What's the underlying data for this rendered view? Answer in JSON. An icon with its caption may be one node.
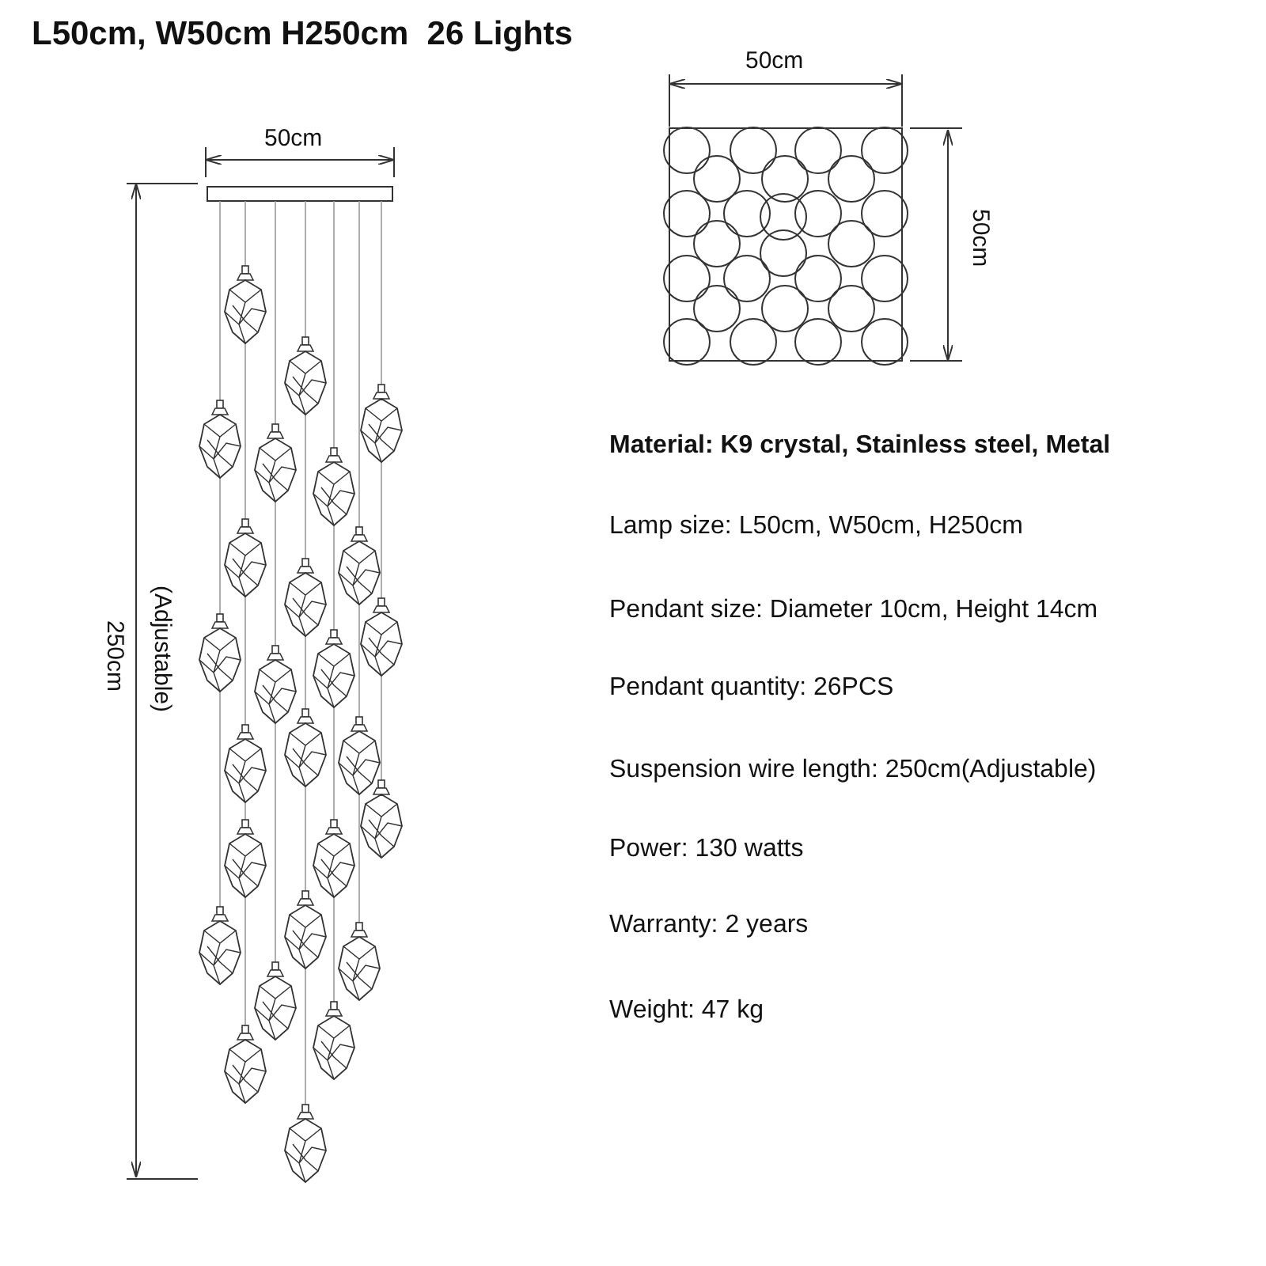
{
  "diagram": {
    "title": "L50cm, W50cm H250cm  26 Lights",
    "labels": [
      "50cm",
      "50cm",
      "50cm",
      "250cm",
      "(Adjustable)",
      "Material: K9 crystal, Stainless steel, Metal",
      "Lamp size: L50cm, W50cm, H250cm",
      "Pendant size: Diameter 10cm, Height 14cm",
      "Pendant quantity: 26PCS",
      "Suspension wire length: 250cm(Adjustable)",
      "Power: 130 watts",
      "Warranty: 2 years",
      "Weight: 47 kg"
    ]
  }
}
